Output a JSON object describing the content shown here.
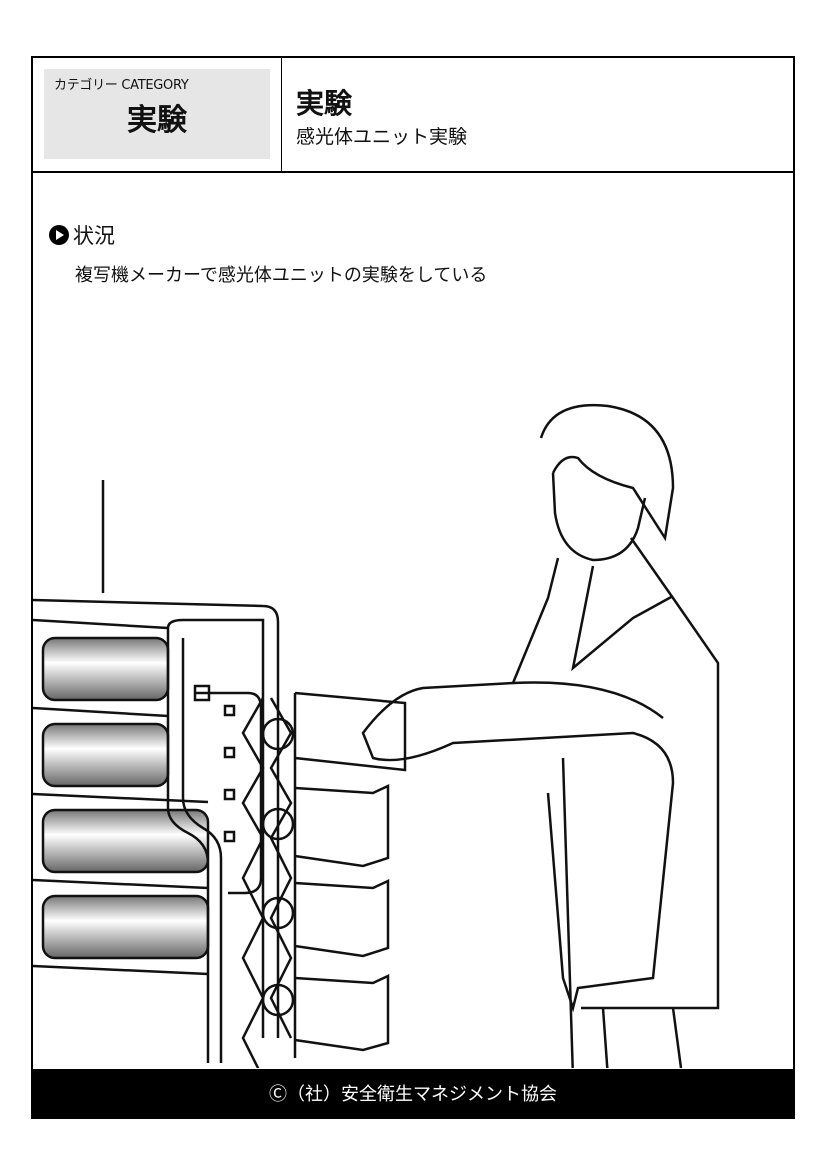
{
  "header": {
    "category_label": "カテゴリー CATEGORY",
    "category_value": "実験",
    "title": "実験",
    "subtitle": "感光体ユニット実験"
  },
  "situation": {
    "heading": "状況",
    "text": "複写機メーカーで感光体ユニットの実験をしている"
  },
  "footer": {
    "copyright": "Ⓒ（社）安全衛生マネジメント協会"
  }
}
